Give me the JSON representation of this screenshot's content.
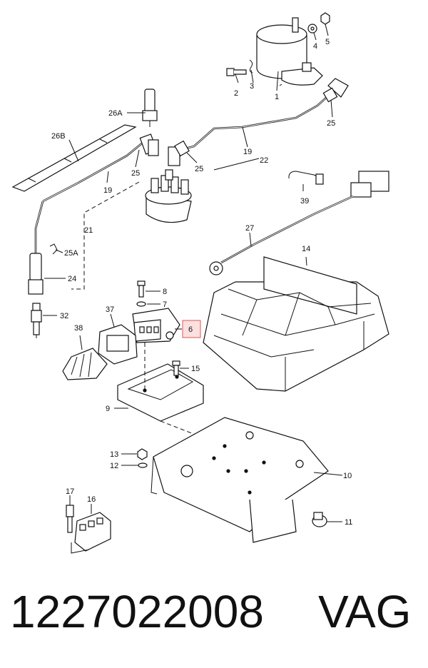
{
  "diagram": {
    "callouts": {
      "c1": "1",
      "c2": "2",
      "c3": "3",
      "c4": "4",
      "c5": "5",
      "c6": "6",
      "c7": "7",
      "c8": "8",
      "c9": "9",
      "c10": "10",
      "c11": "11",
      "c12": "12",
      "c13": "13",
      "c14": "14",
      "c15": "15",
      "c16": "16",
      "c17": "17",
      "c19a": "19",
      "c19b": "19",
      "c21": "21",
      "c22": "22",
      "c24": "24",
      "c25a": "25",
      "c25b": "25",
      "c25c": "25",
      "c25A": "25A",
      "c26A": "26A",
      "c26B": "26B",
      "c27": "27",
      "c32": "32",
      "c37": "37",
      "c38": "38",
      "c39": "39"
    },
    "highlight_color": "#e05555"
  },
  "footer": {
    "part_number": "1227022008",
    "brand": "VAG"
  }
}
